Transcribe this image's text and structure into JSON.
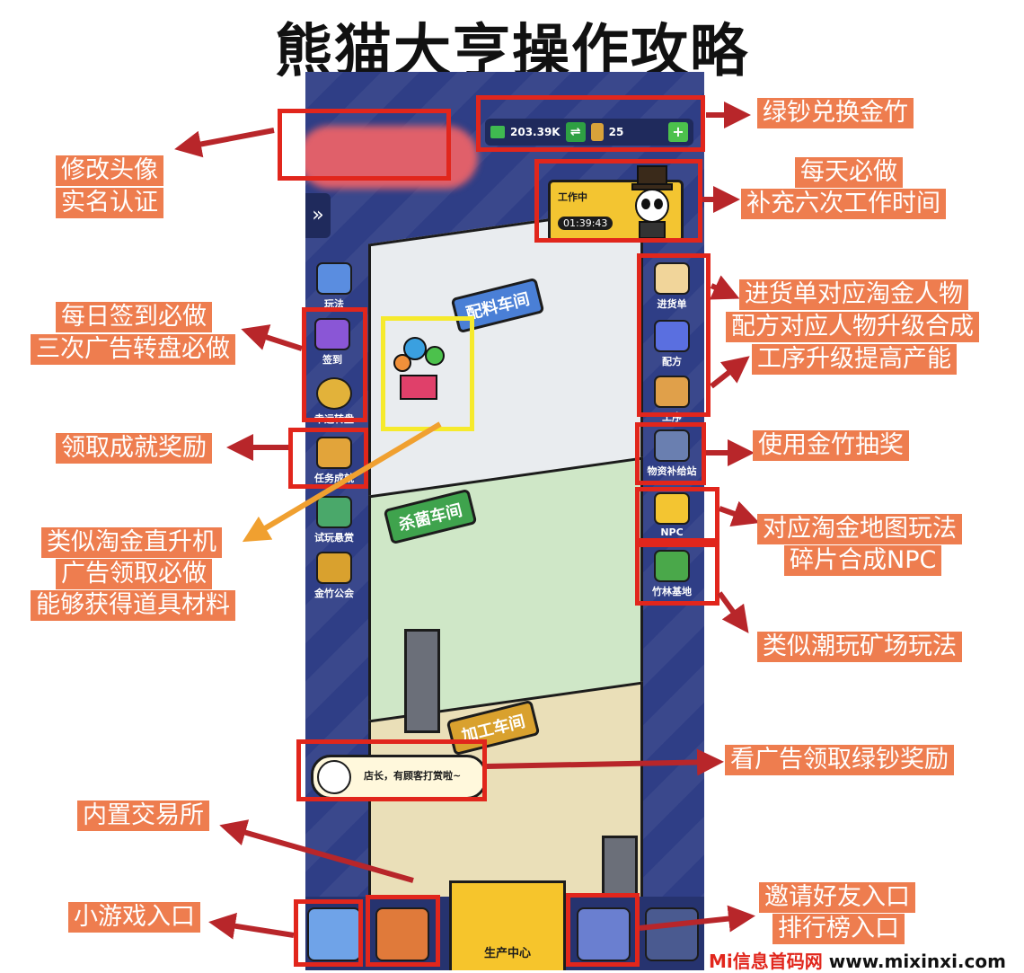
{
  "title": "熊猫大亨操作攻略",
  "game": {
    "currency_green": "203.39K",
    "currency_bamboo": "25",
    "side_tab_symbol": "»",
    "work_status": "工作中",
    "work_timer": "01:39:43",
    "floors": [
      "配料车间",
      "杀菌车间",
      "加工车间"
    ],
    "left_icons": [
      "玩法",
      "签到",
      "幸运转盘",
      "任务成就",
      "试玩悬赏",
      "金竹公会"
    ],
    "right_icons": [
      "进货单",
      "配方",
      "工序",
      "物资补给站",
      "NPC",
      "竹林基地"
    ],
    "manager_text": "店长，有顾客打赏啦~",
    "bottom_center": "生产中心"
  },
  "annotations": {
    "avatar": [
      "修改头像",
      "实名认证"
    ],
    "exchange": "绿钞兑换金竹",
    "daily_work": [
      "每天必做",
      "补充六次工作时间"
    ],
    "orders": [
      "进货单对应淘金人物",
      "配方对应人物升级合成",
      "工序升级提高产能"
    ],
    "signin": [
      "每日签到必做",
      "三次广告转盘必做"
    ],
    "achievement": "领取成就奖励",
    "lottery": "使用金竹抽奖",
    "balloon": [
      "类似淘金直升机",
      "广告领取必做",
      "能够获得道具材料"
    ],
    "npc": [
      "对应淘金地图玩法",
      "碎片合成NPC"
    ],
    "bamboo_base": "类似潮玩矿场玩法",
    "ad_reward": "看广告领取绿钞奖励",
    "exchange_market": "内置交易所",
    "minigame": "小游戏入口",
    "invite": [
      "邀请好友入口",
      "排行榜入口"
    ]
  },
  "watermark": {
    "site": "Mi信息首码网",
    "url": "www.mixinxi.com"
  },
  "colors": {
    "annotation_bg": "#ee7d4f",
    "box_red": "#e1261c",
    "box_yellow": "#f6ea2c",
    "game_bg": "#2f3e86"
  }
}
